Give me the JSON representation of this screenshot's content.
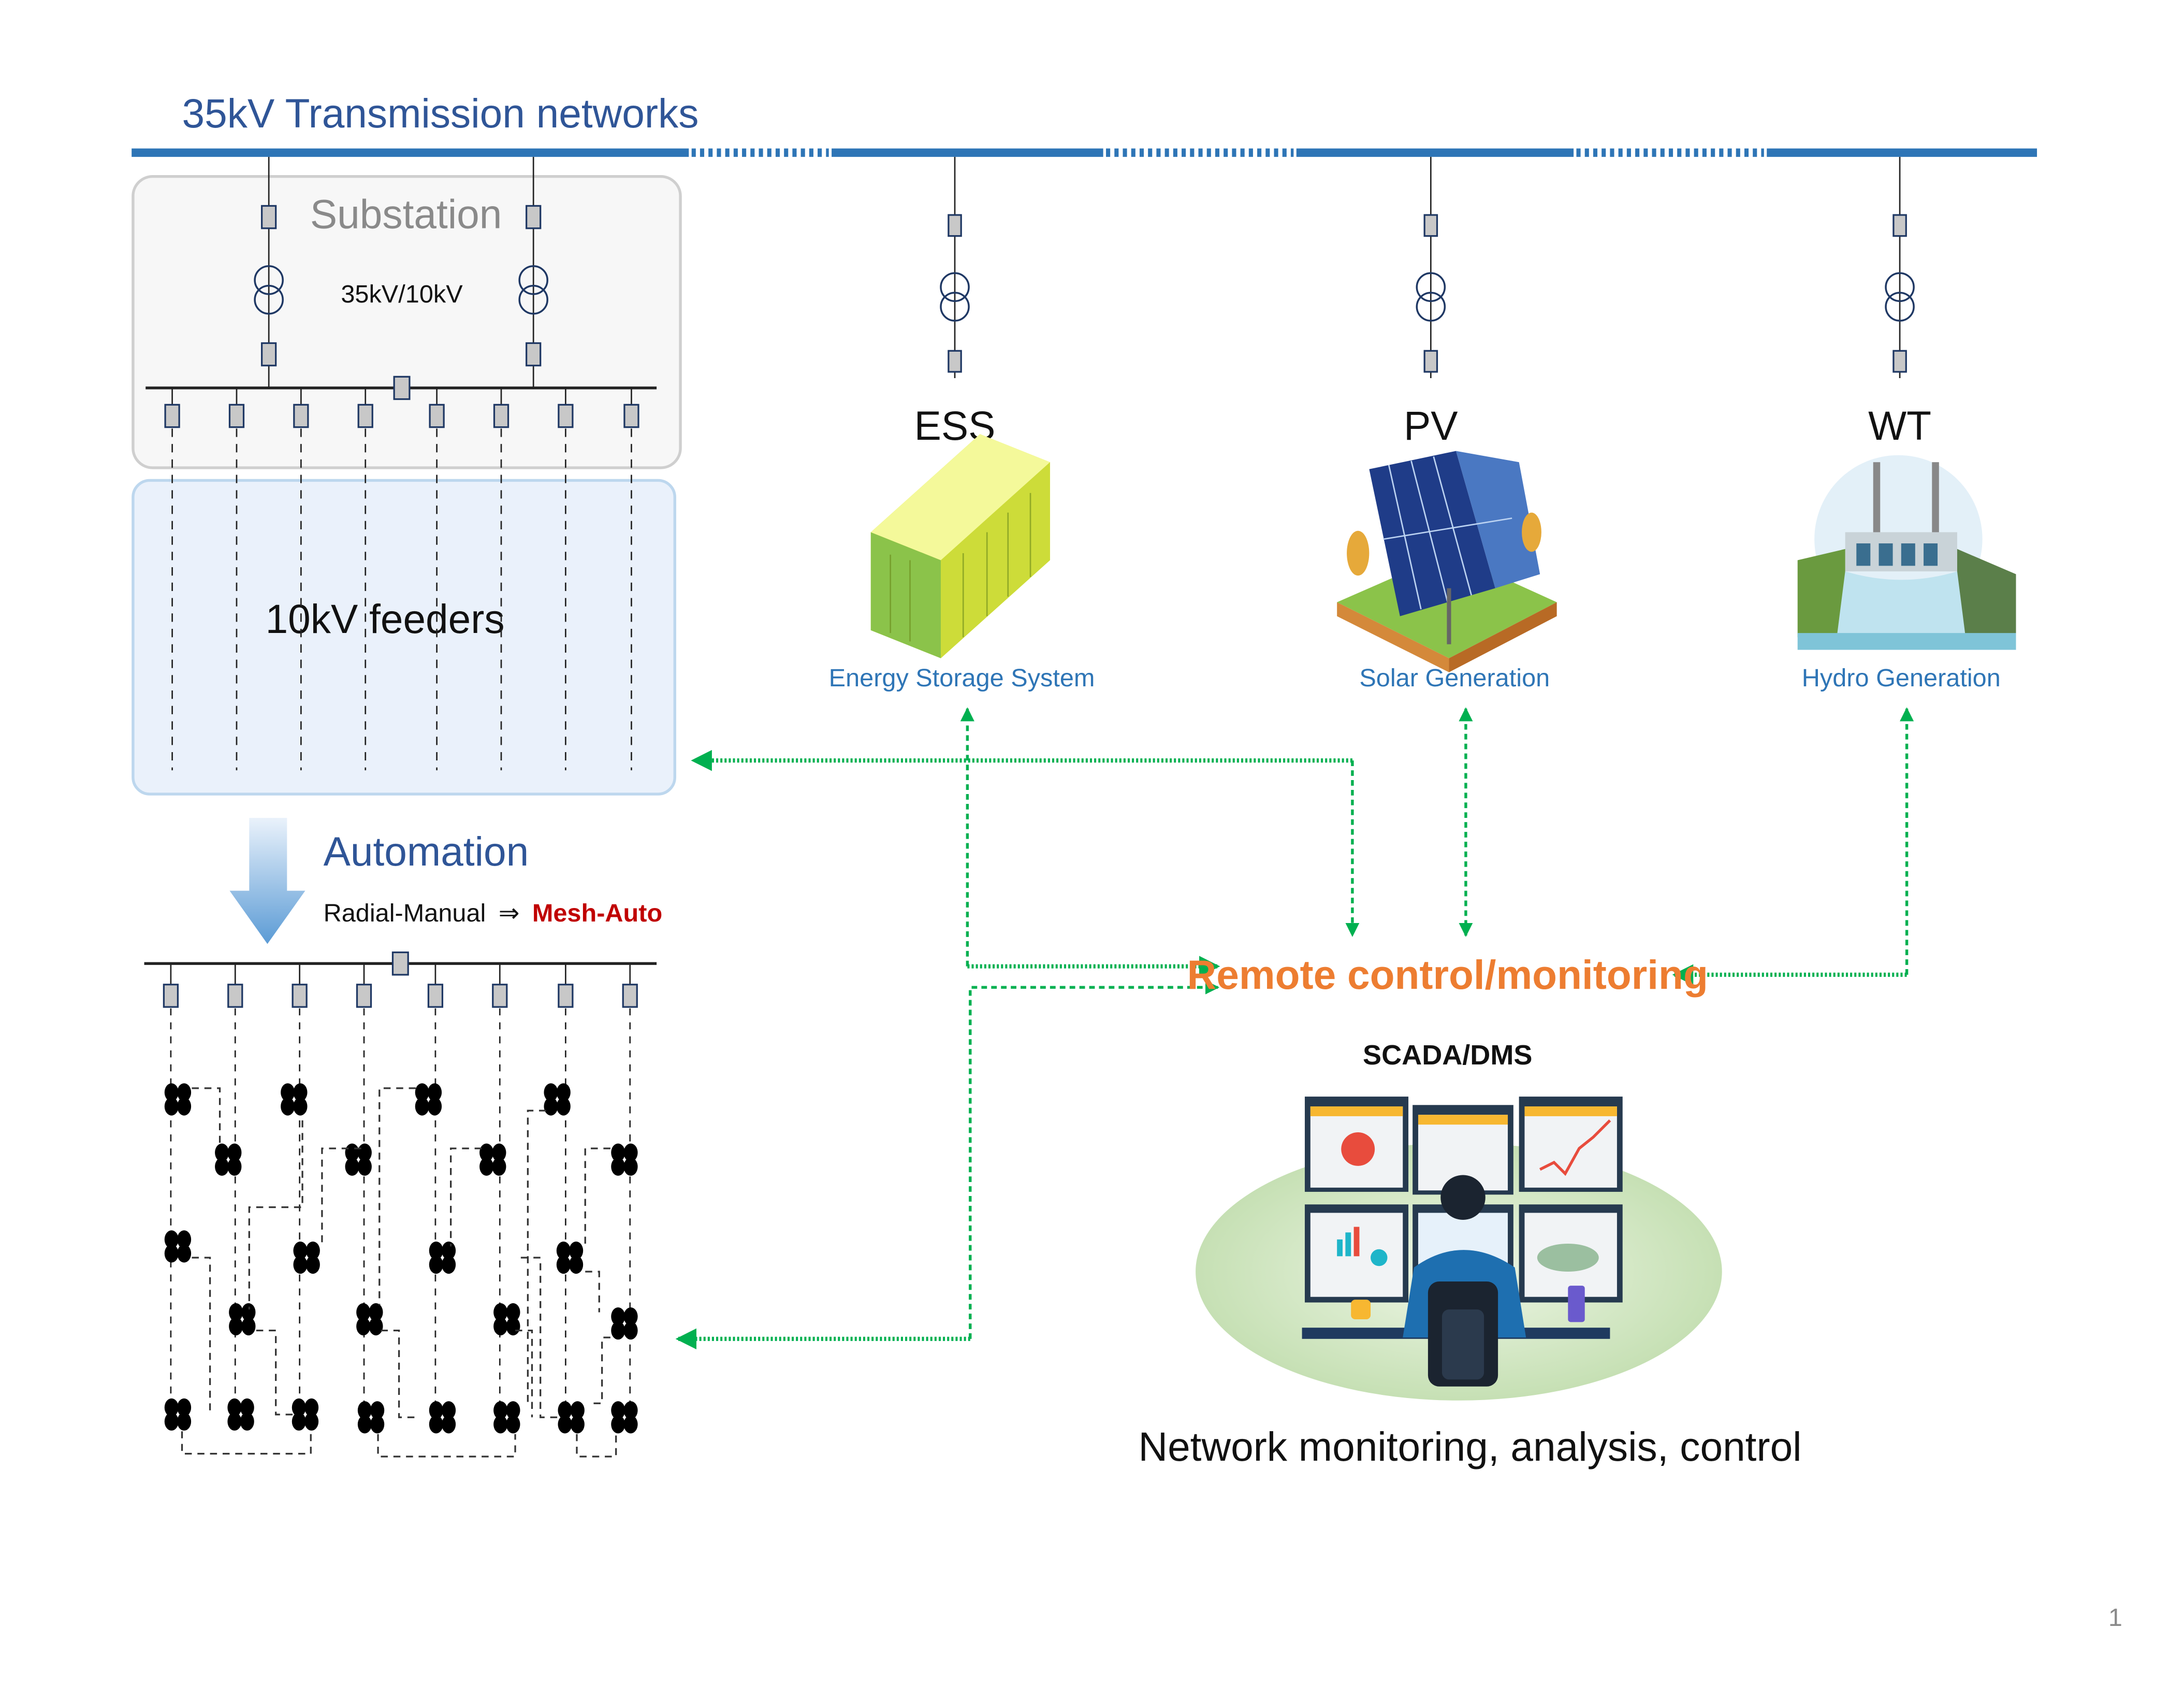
{
  "title": "35kV Transmission networks",
  "substation": {
    "label": "Substation",
    "transformer_rating": "35kV/10kV"
  },
  "feeders": {
    "label": "10kV feeders",
    "count": 8
  },
  "automation": {
    "title": "Automation",
    "from": "Radial-Manual",
    "arrow": "⇒",
    "to": "Mesh-Auto"
  },
  "generators": [
    {
      "id": "ess",
      "code": "ESS",
      "name": "Energy Storage System",
      "icon": "battery-storage-icon"
    },
    {
      "id": "pv",
      "code": "PV",
      "name": "Solar Generation",
      "icon": "solar-panel-icon"
    },
    {
      "id": "wt",
      "code": "WT",
      "name": "Hydro Generation",
      "icon": "hydro-dam-icon"
    }
  ],
  "control": {
    "remote_label": "Remote control/monitoring",
    "system_label": "SCADA/DMS",
    "caption": "Network monitoring, analysis, control"
  },
  "page_number": "1",
  "colors": {
    "bus": "#2e75b6",
    "title": "#2f5597",
    "remote": "#ed7d31",
    "mesh_auto": "#c00000",
    "link": "#00b050",
    "switch_fill": "#c8c8c8",
    "switch_stroke": "#1f3864"
  }
}
